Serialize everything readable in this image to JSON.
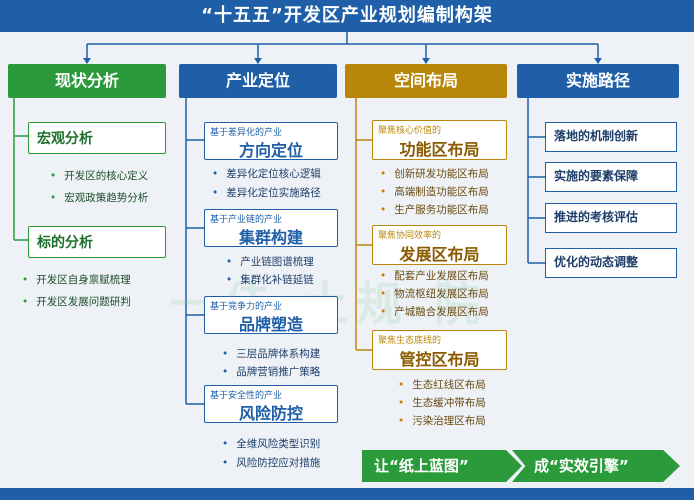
{
  "title": "“十五五”开发区产业规划编制构架",
  "columns": {
    "status": {
      "header": "现状分析",
      "groups": [
        {
          "title": "宏观分析",
          "items": [
            "开发区的核心定义",
            "宏观政策趋势分析"
          ]
        },
        {
          "title": "标的分析",
          "items": [
            "开发区自身禀赋梳理",
            "开发区发展问题研判"
          ]
        }
      ]
    },
    "position": {
      "header": "产业定位",
      "groups": [
        {
          "sub": "基于差异化的产业",
          "title": "方向定位",
          "items": [
            "差异化定位核心逻辑",
            "差异化定位实施路径"
          ]
        },
        {
          "sub": "基于产业链的产业",
          "title": "集群构建",
          "items": [
            "产业链图谱梳理",
            "集群化补链延链"
          ]
        },
        {
          "sub": "基于竞争力的产业",
          "title": "品牌塑造",
          "items": [
            "三层品牌体系构建",
            "品牌营销推广策略"
          ]
        },
        {
          "sub": "基于安全性的产业",
          "title": "风险防控",
          "items": [
            "全维风险类型识别",
            "风险防控应对措施"
          ]
        }
      ]
    },
    "space": {
      "header": "空间布局",
      "groups": [
        {
          "sub": "聚焦核心价值的",
          "title": "功能区布局",
          "items": [
            "创新研发功能区布局",
            "高端制造功能区布局",
            "生产服务功能区布局"
          ]
        },
        {
          "sub": "聚焦协同效率的",
          "title": "发展区布局",
          "items": [
            "配套产业发展区布局",
            "物流枢纽发展区布局",
            "产城融合发展区布局"
          ]
        },
        {
          "sub": "聚焦生态底线的",
          "title": "管控区布局",
          "items": [
            "生态红线区布局",
            "生态缓冲带布局",
            "污染治理区布局"
          ]
        }
      ]
    },
    "path": {
      "header": "实施路径",
      "items": [
        "落地的机制创新",
        "实施的要素保障",
        "推进的考核评估",
        "优化的动态调整"
      ]
    }
  },
  "footer": {
    "arrow_left": "让“纸上蓝图”",
    "arrow_right": "成“实效引擎”"
  },
  "watermark": "一佳 土规 院",
  "colors": {
    "blue": "#1f5fa8",
    "green": "#2b9a3b",
    "gold": "#b8860b"
  }
}
